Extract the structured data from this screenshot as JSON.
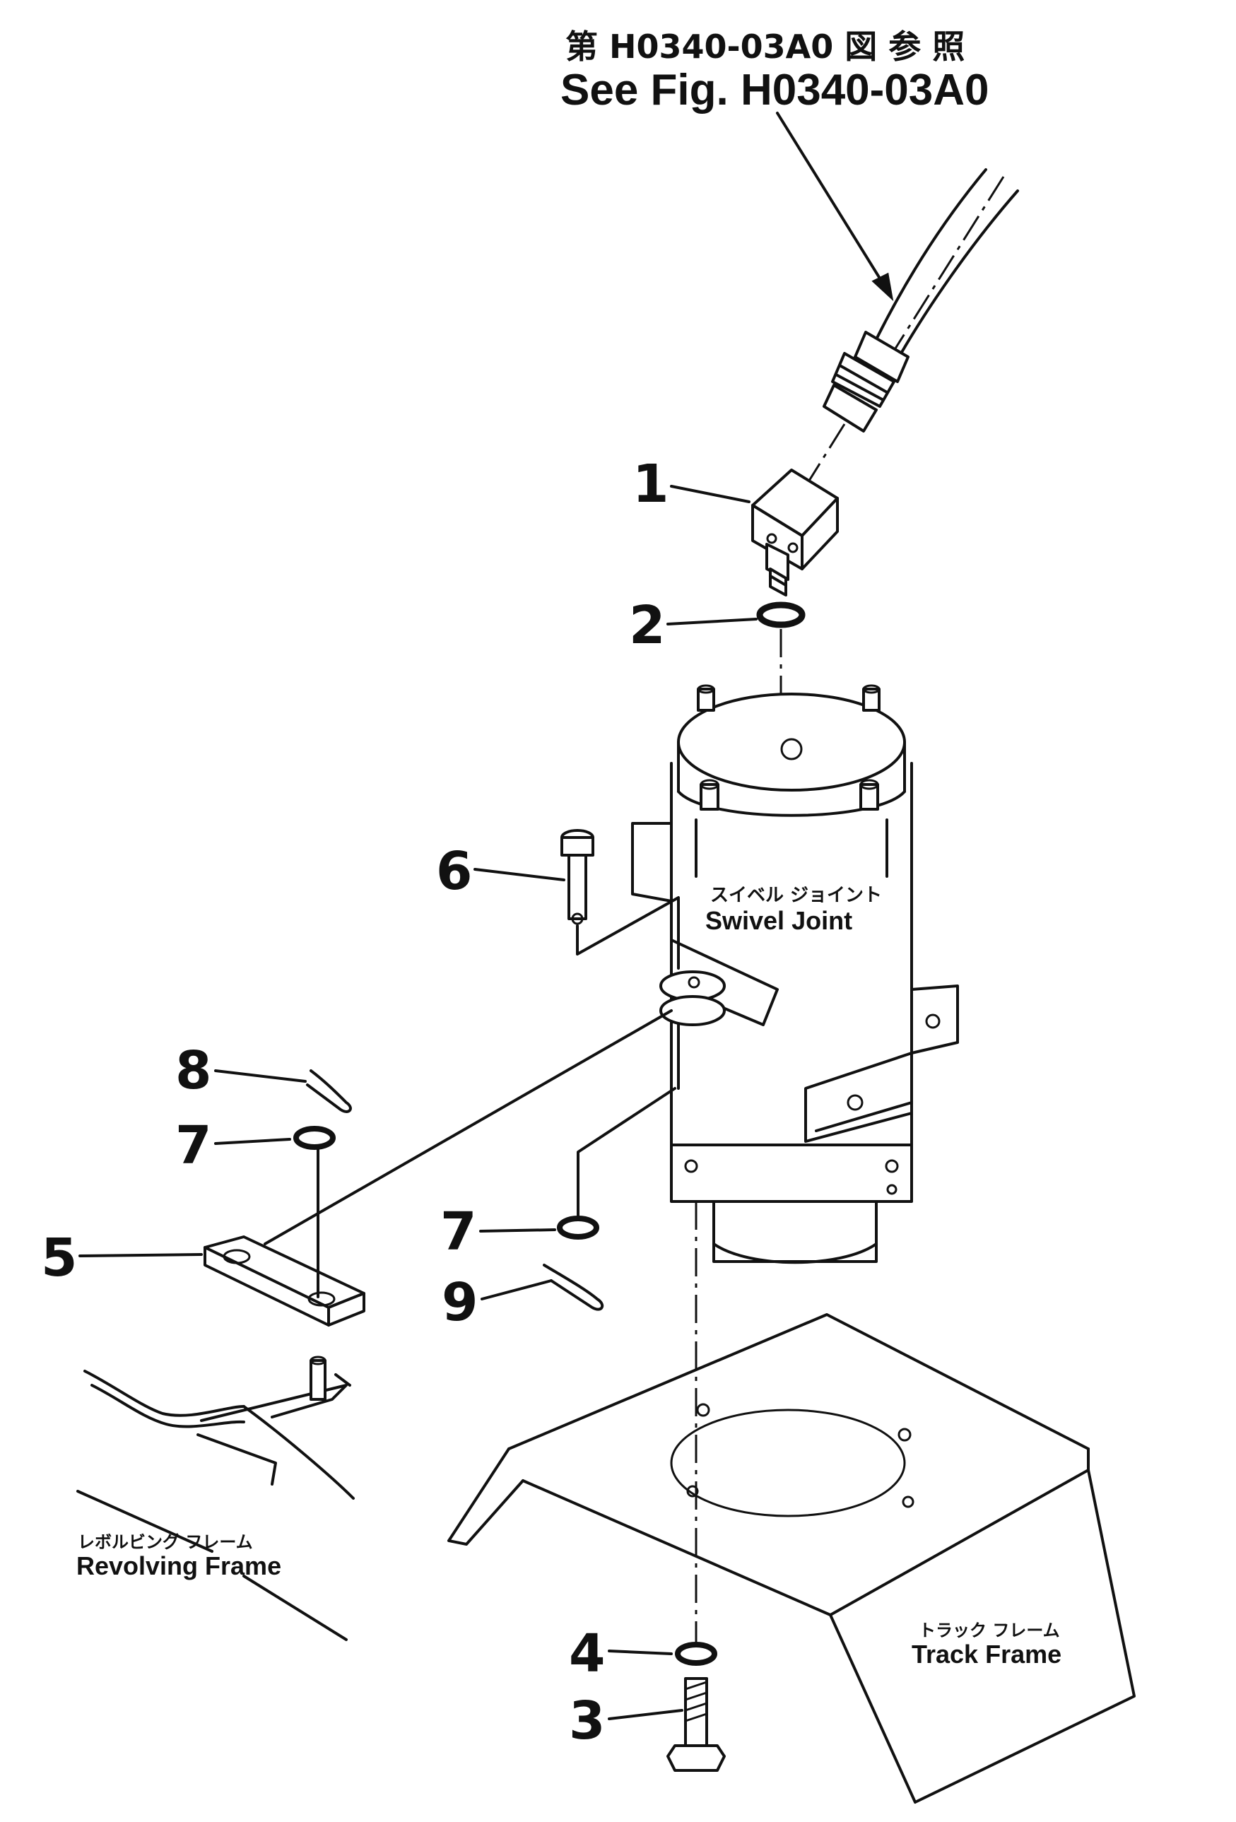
{
  "reference": {
    "japanese": "第 H0340-03A0 図 参 照",
    "english": "See Fig. H0340-03A0"
  },
  "components": {
    "swivel_joint": {
      "japanese": "スイベル ジョイント",
      "english": "Swivel Joint"
    },
    "revolving_frame": {
      "japanese": "レボルビング フレーム",
      "english": "Revolving Frame"
    },
    "track_frame": {
      "japanese": "トラック フレーム",
      "english": "Track Frame"
    }
  },
  "callouts": {
    "c1": "1",
    "c2": "2",
    "c3": "3",
    "c4": "4",
    "c5": "5",
    "c6": "6",
    "c7a": "7",
    "c7b": "7",
    "c8": "8",
    "c9": "9"
  }
}
